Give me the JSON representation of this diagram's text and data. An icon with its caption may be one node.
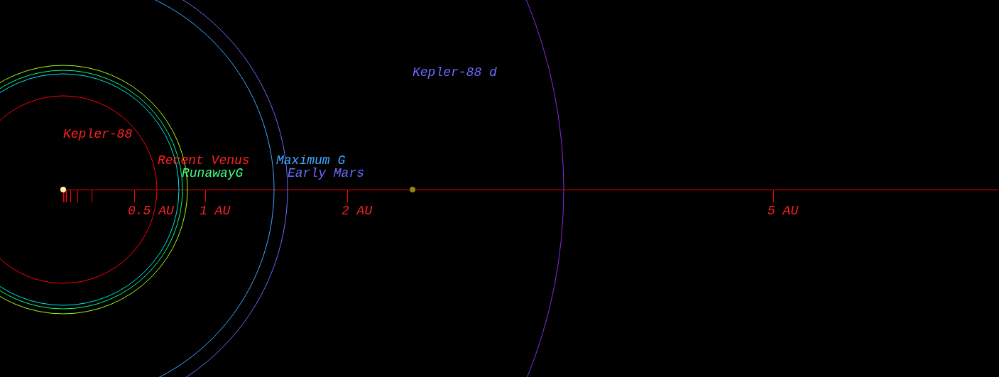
{
  "diagram": {
    "labels": [
      "Kepler-88 d",
      "Kepler-88",
      "Recent Venus",
      "Maximum G",
      "RunawayG",
      "Early Mars",
      "0.5 AU",
      "1 AU",
      "2 AU",
      "5 AU"
    ]
  }
}
